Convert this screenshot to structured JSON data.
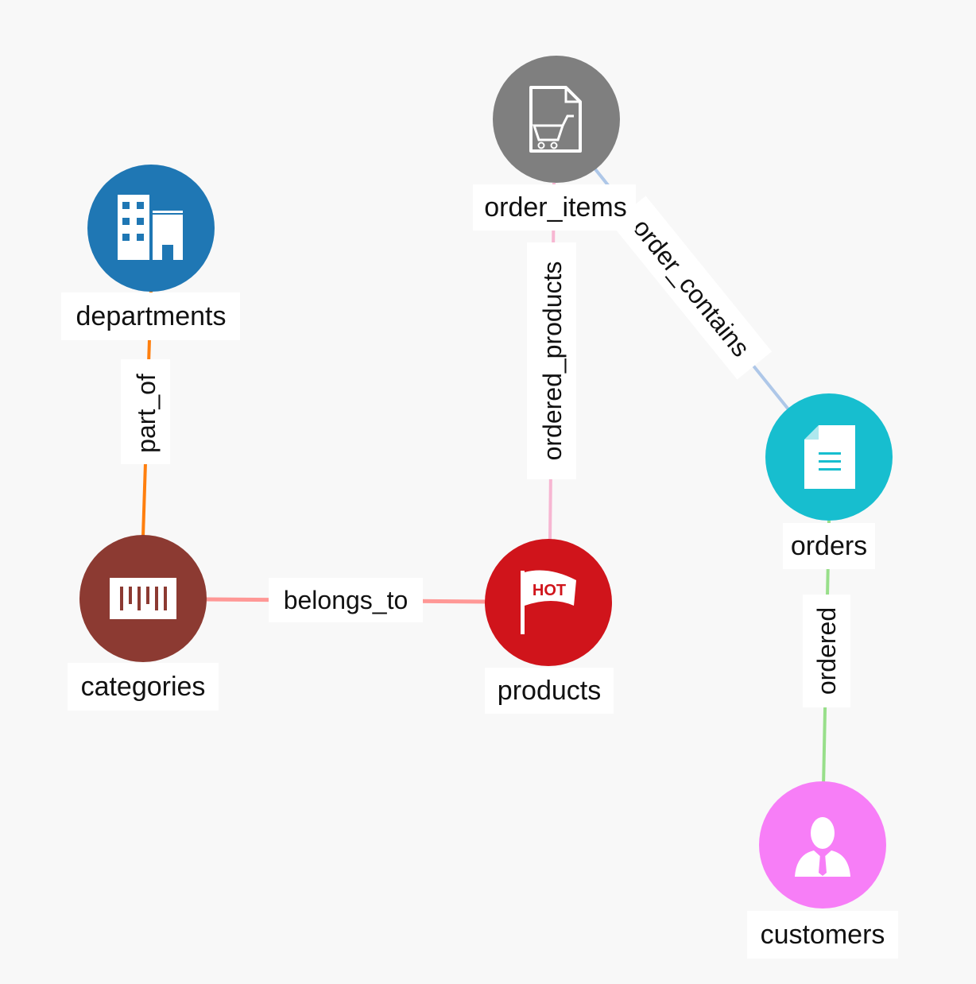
{
  "nodes": [
    {
      "id": "departments",
      "label": "departments",
      "color": "#1f77b4",
      "icon": "building-icon"
    },
    {
      "id": "order_items",
      "label": "order_items",
      "color": "#7f7f7f",
      "icon": "document-cart-icon"
    },
    {
      "id": "orders",
      "label": "orders",
      "color": "#17becf",
      "icon": "document-icon"
    },
    {
      "id": "categories",
      "label": "categories",
      "color": "#8c3a32",
      "icon": "barcode-icon"
    },
    {
      "id": "products",
      "label": "products",
      "color": "#d0141b",
      "icon": "hot-flag-icon"
    },
    {
      "id": "customers",
      "label": "customers",
      "color": "#f77ef7",
      "icon": "businessman-icon"
    }
  ],
  "edges": [
    {
      "id": "part_of",
      "label": "part_of",
      "source": "categories",
      "target": "departments",
      "color": "#ff7f0e"
    },
    {
      "id": "belongs_to",
      "label": "belongs_to",
      "source": "categories",
      "target": "products",
      "color": "#ff9896"
    },
    {
      "id": "ordered_products",
      "label": "ordered_products",
      "source": "order_items",
      "target": "products",
      "color": "#f7b6d2"
    },
    {
      "id": "order_contains",
      "label": "order_contains",
      "source": "order_items",
      "target": "orders",
      "color": "#aec7e8"
    },
    {
      "id": "ordered",
      "label": "ordered",
      "source": "orders",
      "target": "customers",
      "color": "#98df8a"
    }
  ],
  "icon_badge": {
    "hot": "HOT"
  }
}
